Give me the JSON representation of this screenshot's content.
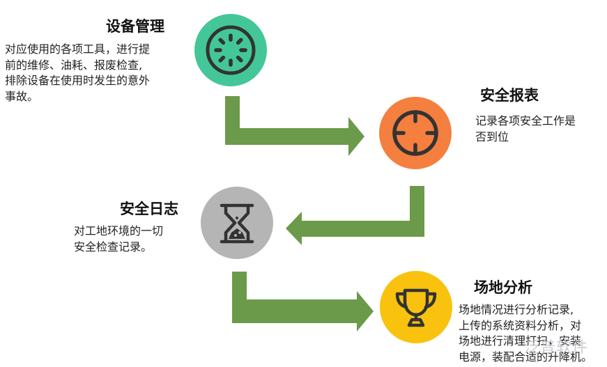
{
  "steps": [
    {
      "title": "设备管理",
      "lines": [
        "对应使用的各项工具，进行提",
        "前的维修、油耗、报废检查,",
        "排除设备在使用时发生的意外",
        "事故。"
      ],
      "icon": "wheel-icon",
      "color": "#43c799"
    },
    {
      "title": "安全报表",
      "lines": [
        "记录各项安全工作是",
        "否到位"
      ],
      "icon": "crosshair-icon",
      "color": "#f47f3e"
    },
    {
      "title": "安全日志",
      "lines": [
        "对工地环境的一切",
        "安全检查记录。"
      ],
      "icon": "hourglass-icon",
      "color": "#b5b5b5"
    },
    {
      "title": "场地分析",
      "lines": [
        "场地情况进行分析记录,",
        "上传的系统资料分析，对",
        "场地进行清理打扫，安装",
        "电源，装配合适的升降机。"
      ],
      "icon": "trophy-icon",
      "color": "#f9c20f"
    }
  ],
  "watermark": "泛普软件",
  "colors": {
    "arrow": "#6b9a4a",
    "icon_stroke": "#333333"
  }
}
